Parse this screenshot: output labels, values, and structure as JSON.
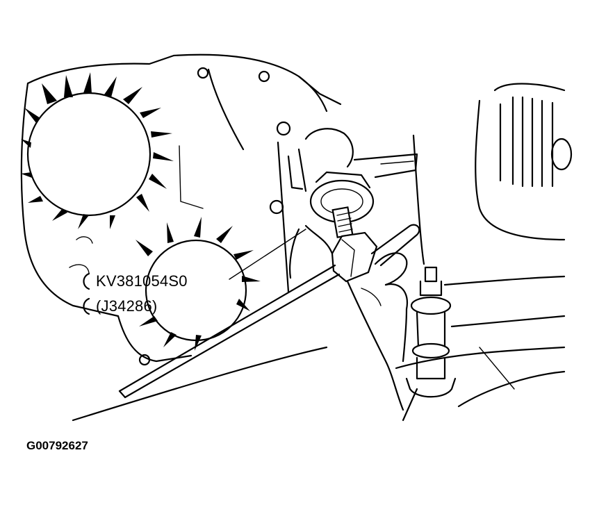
{
  "callouts": {
    "tool_number": "KV381054S0",
    "tool_alt_number": "(J34286)"
  },
  "figure_id": "G00792627",
  "colors": {
    "line": "#000000",
    "background": "#ffffff"
  }
}
